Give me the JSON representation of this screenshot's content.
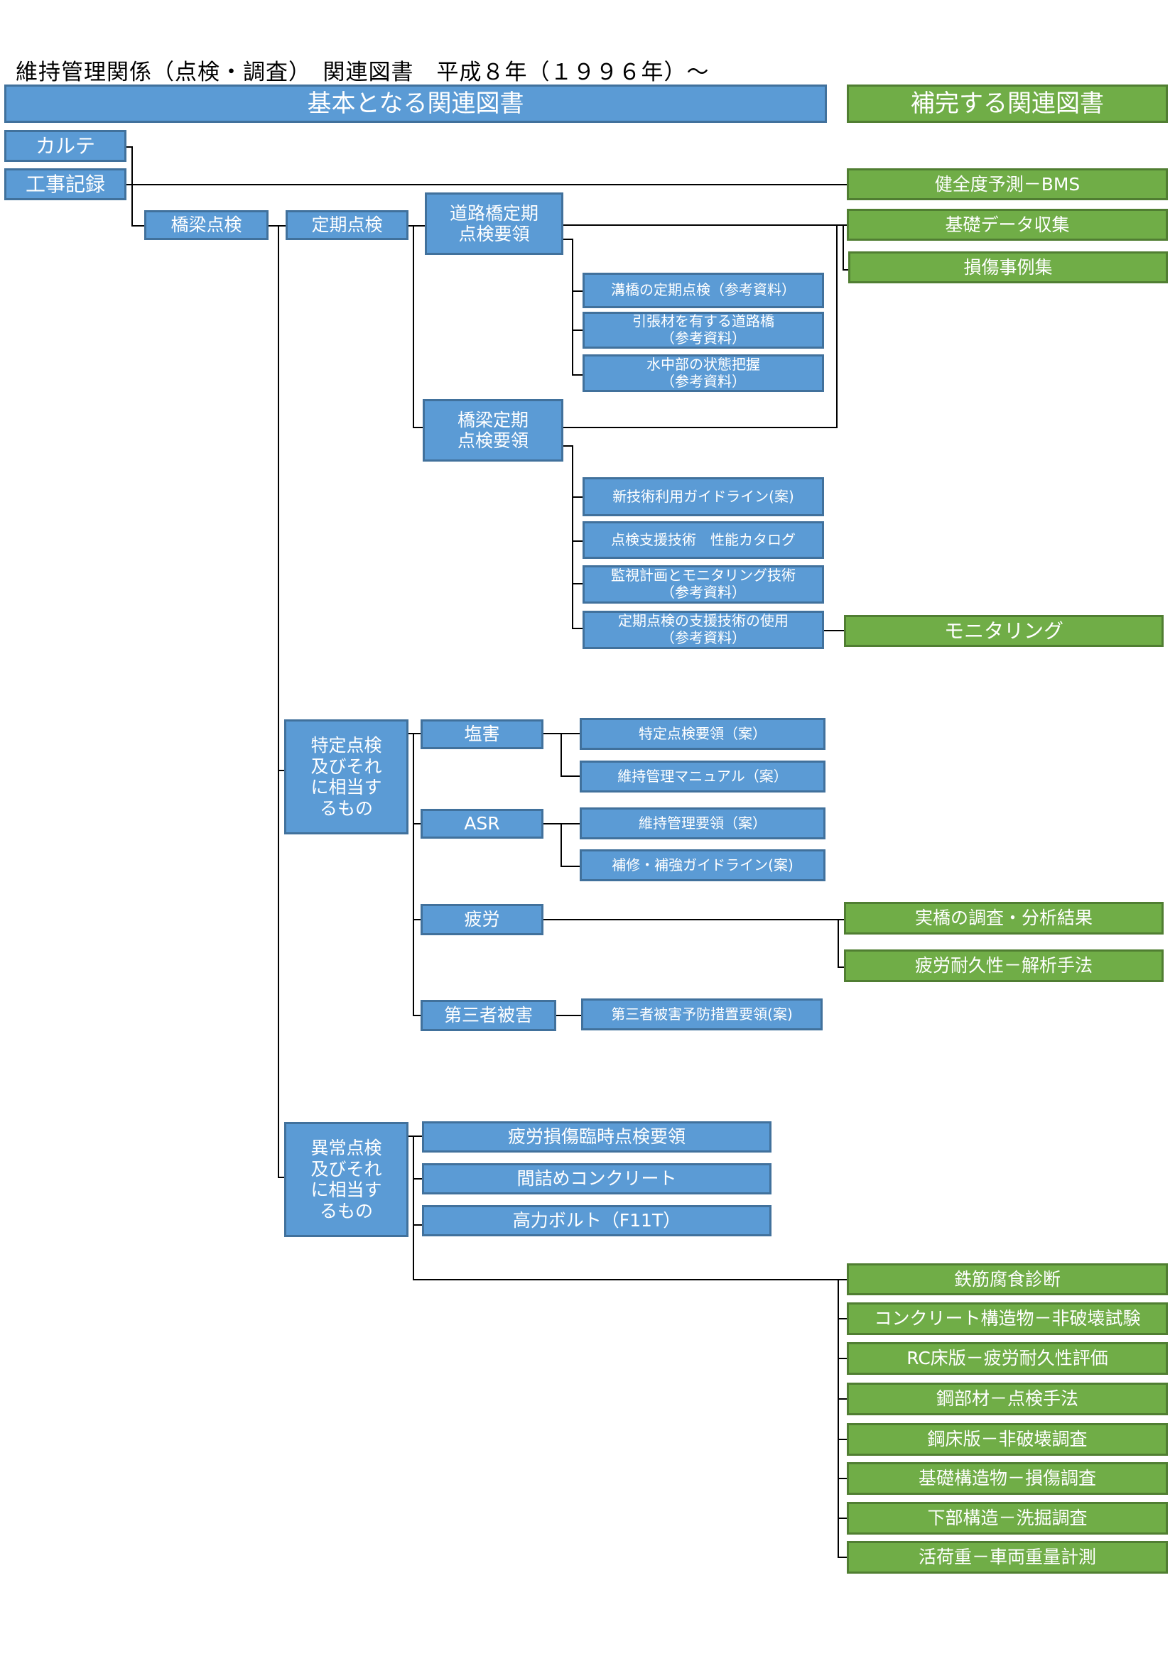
{
  "title": "維持管理関係（点検・調査）　関連図書　平成８年（１９９６年）～",
  "colors": {
    "blue_fill": "#5b9bd5",
    "blue_border": "#41719c",
    "green_fill": "#70ad47",
    "green_border": "#507e32"
  },
  "headers": {
    "basic": "基本となる関連図書",
    "supplement": "補完する関連図書"
  },
  "left": {
    "karte": "カルテ",
    "koji_kiroku": "工事記録",
    "kyoryo_tenken": "橋梁点検"
  },
  "teiki": {
    "label": "定期点検",
    "doro": {
      "line1": "道路橋定期",
      "line2": "点検要領"
    },
    "doro_refs": [
      {
        "line1": "溝橋の定期点検（参考資料）",
        "line2": ""
      },
      {
        "line1": "引張材を有する道路橋",
        "line2": "（参考資料）"
      },
      {
        "line1": "水中部の状態把握",
        "line2": "（参考資料）"
      }
    ],
    "kyoryo": {
      "line1": "橋梁定期",
      "line2": "点検要領"
    },
    "kyoryo_refs": [
      {
        "line1": "新技術利用ガイドライン(案)",
        "line2": ""
      },
      {
        "line1": "点検支援技術　性能カタログ",
        "line2": ""
      },
      {
        "line1": "監視計画とモニタリング技術",
        "line2": "（参考資料）"
      },
      {
        "line1": "定期点検の支援技術の使用",
        "line2": "（参考資料）"
      }
    ]
  },
  "tokutei": {
    "label": {
      "line1": "特定点検",
      "line2": "及びそれ",
      "line3": "に相当す",
      "line4": "るもの"
    },
    "engai": "塩害",
    "engai_refs": [
      "特定点検要領（案）",
      "維持管理マニュアル（案）"
    ],
    "asr": "ASR",
    "asr_refs": [
      "維持管理要領（案）",
      "補修・補強ガイドライン(案)"
    ],
    "hiro": "疲労",
    "daisansha": "第三者被害",
    "daisansha_ref": "第三者被害予防措置要領(案)"
  },
  "ijo": {
    "label": {
      "line1": "異常点検",
      "line2": "及びそれ",
      "line3": "に相当す",
      "line4": "るもの"
    },
    "refs": [
      "疲労損傷臨時点検要領",
      "間詰めコンクリート",
      "高力ボルト（F11T）"
    ]
  },
  "green": {
    "kenzendo": "健全度予測－BMS",
    "kiso_data": "基礎データ収集",
    "sonsho_jirei": "損傷事例集",
    "monitoring": "モニタリング",
    "jikkyo": "実橋の調査・分析結果",
    "hiro_taikyu": "疲労耐久性－解析手法",
    "bottom": [
      "鉄筋腐食診断",
      "コンクリート構造物－非破壊試験",
      "RC床版－疲労耐久性評価",
      "鋼部材－点検手法",
      "鋼床版－非破壊調査",
      "基礎構造物－損傷調査",
      "下部構造－洗掘調査",
      "活荷重－車両重量計測"
    ]
  }
}
